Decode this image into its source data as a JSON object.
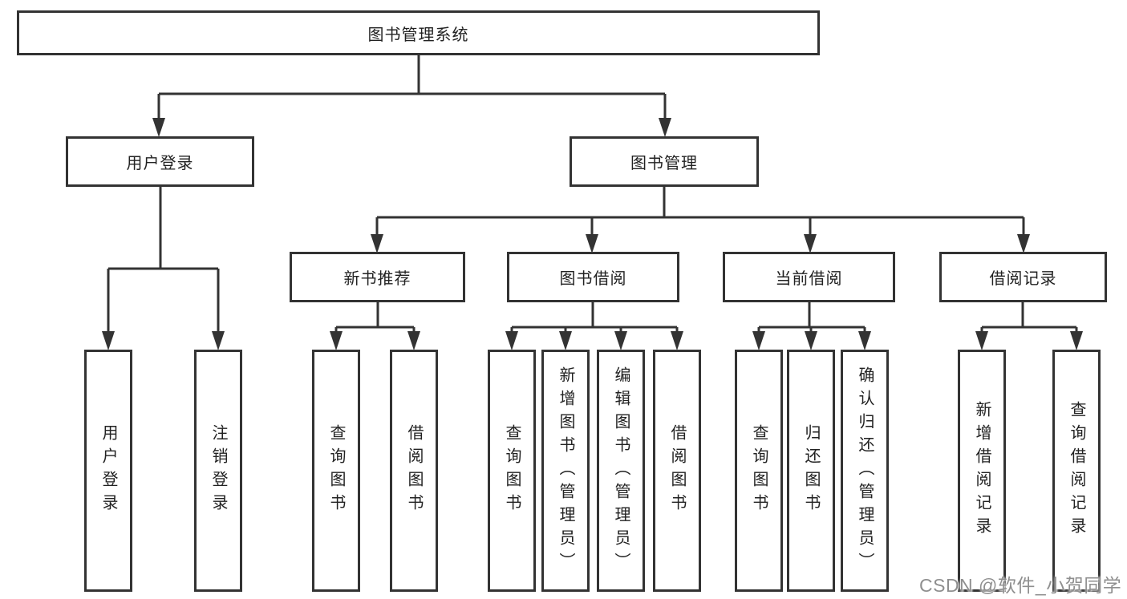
{
  "colors": {
    "line": "#333333",
    "text": "#222222",
    "watermark": "#8f8f8f",
    "background": "#ffffff"
  },
  "watermark": "CSDN @软件_小贺同学",
  "tree": {
    "root": "图书管理系统",
    "children": [
      {
        "label": "用户登录",
        "children": [
          {
            "label": "用户登录"
          },
          {
            "label": "注销登录"
          }
        ]
      },
      {
        "label": "图书管理",
        "children": [
          {
            "label": "新书推荐",
            "children": [
              {
                "label": "查询图书"
              },
              {
                "label": "借阅图书"
              }
            ]
          },
          {
            "label": "图书借阅",
            "children": [
              {
                "label": "查询图书"
              },
              {
                "label": "新增图书（管理员）"
              },
              {
                "label": "编辑图书（管理员）"
              },
              {
                "label": "借阅图书"
              }
            ]
          },
          {
            "label": "当前借阅",
            "children": [
              {
                "label": "查询图书"
              },
              {
                "label": "归还图书"
              },
              {
                "label": "确认归还（管理员）"
              }
            ]
          },
          {
            "label": "借阅记录",
            "children": [
              {
                "label": "新增借阅记录"
              },
              {
                "label": "查询借阅记录"
              }
            ]
          }
        ]
      }
    ]
  }
}
